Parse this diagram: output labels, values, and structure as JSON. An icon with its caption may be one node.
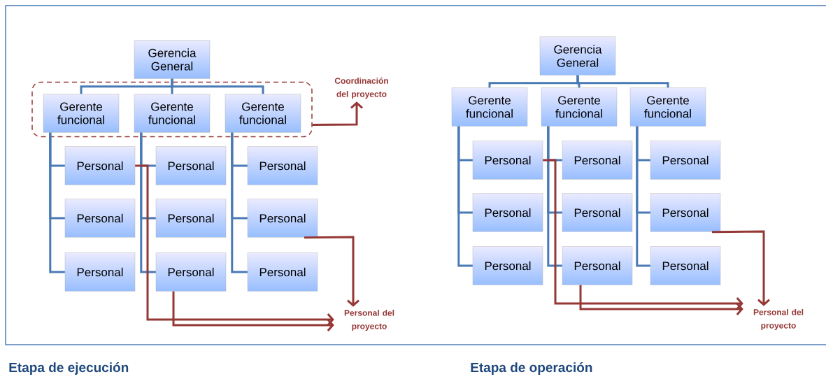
{
  "diagram": {
    "nodes": [
      {
        "text": [
          "Gerencia General"
        ]
      },
      {
        "text": [],
        "shape": "box"
      },
      {
        "text": [
          "Gerente funcional"
        ],
        "in": 1
      },
      {
        "text": [
          "Gerente funcional"
        ],
        "in": 1
      },
      {
        "text": [
          "Gerente funcional"
        ],
        "in": 1
      },
      {
        "text": [
          "Coordinación del proyecto"
        ]
      },
      {
        "text": [
          "Personal"
        ]
      },
      {
        "text": [
          "Personal"
        ]
      },
      {
        "text": [
          "Personal"
        ]
      },
      {
        "text": [
          "Personal"
        ]
      },
      {
        "text": [
          "Personal"
        ]
      },
      {
        "text": [
          "Personal"
        ]
      },
      {
        "text": [
          "Personal"
        ]
      },
      {
        "text": [
          "Personal"
        ]
      },
      {
        "text": [
          "Personal"
        ]
      },
      {
        "text": [
          "Personal del proyecto"
        ]
      },
      {
        "text": [
          "Gerencia General"
        ]
      },
      {
        "text": [
          "Gerente funcional"
        ]
      },
      {
        "text": [
          "Gerente funcional"
        ]
      },
      {
        "text": [
          "Gerente funcional"
        ]
      },
      {
        "text": [
          "Personal"
        ]
      },
      {
        "text": [
          "Personal"
        ]
      },
      {
        "text": [
          "Personal"
        ]
      },
      {
        "text": [
          "Personal"
        ]
      },
      {
        "text": [
          "Personal"
        ]
      },
      {
        "text": [
          "Personal"
        ]
      },
      {
        "text": [
          "Personal"
        ]
      },
      {
        "text": [
          "Personal"
        ]
      },
      {
        "text": [
          "Personal"
        ]
      },
      {
        "text": [
          "Personal del proyecto"
        ]
      }
    ],
    "edges": [
      {
        "from": 0,
        "to": 2,
        "arrow": "none"
      },
      {
        "from": 0,
        "to": 3,
        "arrow": "none"
      },
      {
        "from": 0,
        "to": 4,
        "arrow": "none"
      },
      {
        "from": 2,
        "to": 6,
        "arrow": "none"
      },
      {
        "from": 2,
        "to": 9,
        "arrow": "none"
      },
      {
        "from": 2,
        "to": 12,
        "arrow": "none"
      },
      {
        "from": 3,
        "to": 7,
        "arrow": "none"
      },
      {
        "from": 3,
        "to": 10,
        "arrow": "none"
      },
      {
        "from": 3,
        "to": 13,
        "arrow": "none"
      },
      {
        "from": 4,
        "to": 8,
        "arrow": "none"
      },
      {
        "from": 4,
        "to": 11,
        "arrow": "none"
      },
      {
        "from": 4,
        "to": 14,
        "arrow": "none"
      },
      {
        "from": 1,
        "to": 5,
        "arrow": "to",
        "color": "#953735"
      },
      {
        "from": 6,
        "to": 15,
        "arrow": "to",
        "color": "#953735"
      },
      {
        "from": 13,
        "to": 15,
        "arrow": "to",
        "color": "#953735"
      },
      {
        "from": 11,
        "to": 15,
        "arrow": "to",
        "color": "#953735"
      },
      {
        "from": 16,
        "to": 17,
        "arrow": "none"
      },
      {
        "from": 16,
        "to": 18,
        "arrow": "none"
      },
      {
        "from": 16,
        "to": 19,
        "arrow": "none"
      },
      {
        "from": 17,
        "to": 20,
        "arrow": "none"
      },
      {
        "from": 17,
        "to": 23,
        "arrow": "none"
      },
      {
        "from": 17,
        "to": 26,
        "arrow": "none"
      },
      {
        "from": 18,
        "to": 21,
        "arrow": "none"
      },
      {
        "from": 18,
        "to": 24,
        "arrow": "none"
      },
      {
        "from": 18,
        "to": 27,
        "arrow": "none"
      },
      {
        "from": 19,
        "to": 22,
        "arrow": "none"
      },
      {
        "from": 19,
        "to": 25,
        "arrow": "none"
      },
      {
        "from": 19,
        "to": 28,
        "arrow": "none"
      },
      {
        "from": 20,
        "to": 29,
        "arrow": "to",
        "color": "#953735"
      },
      {
        "from": 27,
        "to": 29,
        "arrow": "to",
        "color": "#953735"
      },
      {
        "from": 25,
        "to": 29,
        "arrow": "to",
        "color": "#953735"
      }
    ],
    "labels": [
      "Etapa de ejecución",
      "Etapa de operación"
    ]
  }
}
